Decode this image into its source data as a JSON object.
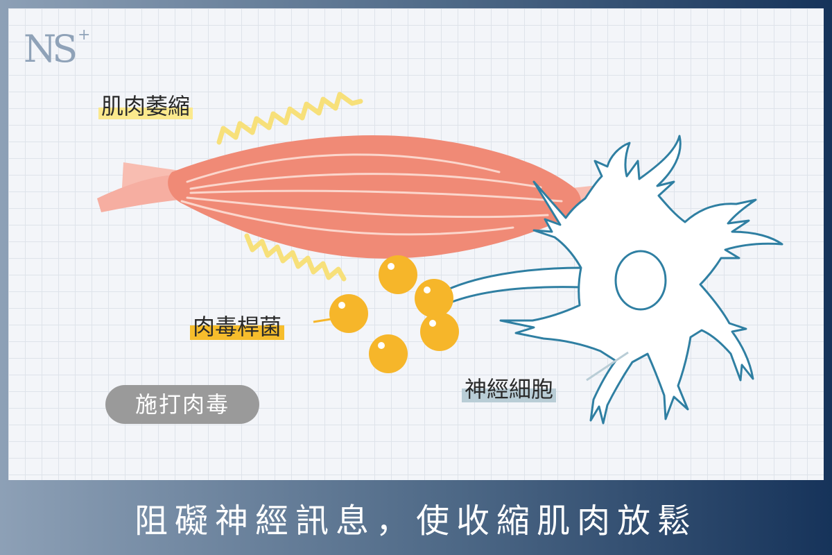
{
  "logo": {
    "letters": "NS",
    "plus": "+"
  },
  "labels": {
    "muscle_atrophy": "肌肉萎縮",
    "botulinum": "肉毒桿菌",
    "nerve_cell": "神經細胞",
    "injection": "施打肉毒"
  },
  "footer": {
    "caption": "阻礙神經訊息，使收縮肌肉放鬆"
  },
  "colors": {
    "muscle": "#f08a76",
    "tendon": "#f8b9ad",
    "toxin": "#f6b62a",
    "zigzag": "#f7e07a",
    "neuron_outline": "#2f7fa2"
  }
}
